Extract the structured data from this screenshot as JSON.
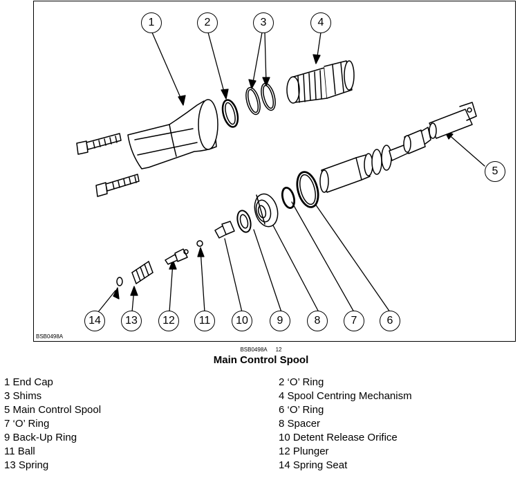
{
  "figure": {
    "code": "BSB0498A",
    "callouts": [
      "1",
      "2",
      "3",
      "4",
      "5",
      "6",
      "7",
      "8",
      "9",
      "10",
      "11",
      "12",
      "13",
      "14"
    ]
  },
  "caption": {
    "code": "BSB0498A",
    "number": "12",
    "title": "Main Control Spool"
  },
  "legend": {
    "left": [
      "1 End Cap",
      "3 Shims",
      "5 Main Control Spool",
      "7 ‘O’ Ring",
      "9 Back-Up Ring",
      "11 Ball",
      "13 Spring"
    ],
    "right": [
      "2 ‘O’ Ring",
      "4 Spool Centring Mechanism",
      "6 ‘O’ Ring",
      "8 Spacer",
      "10 Detent Release Orifice",
      "12 Plunger",
      "14 Spring Seat"
    ]
  }
}
